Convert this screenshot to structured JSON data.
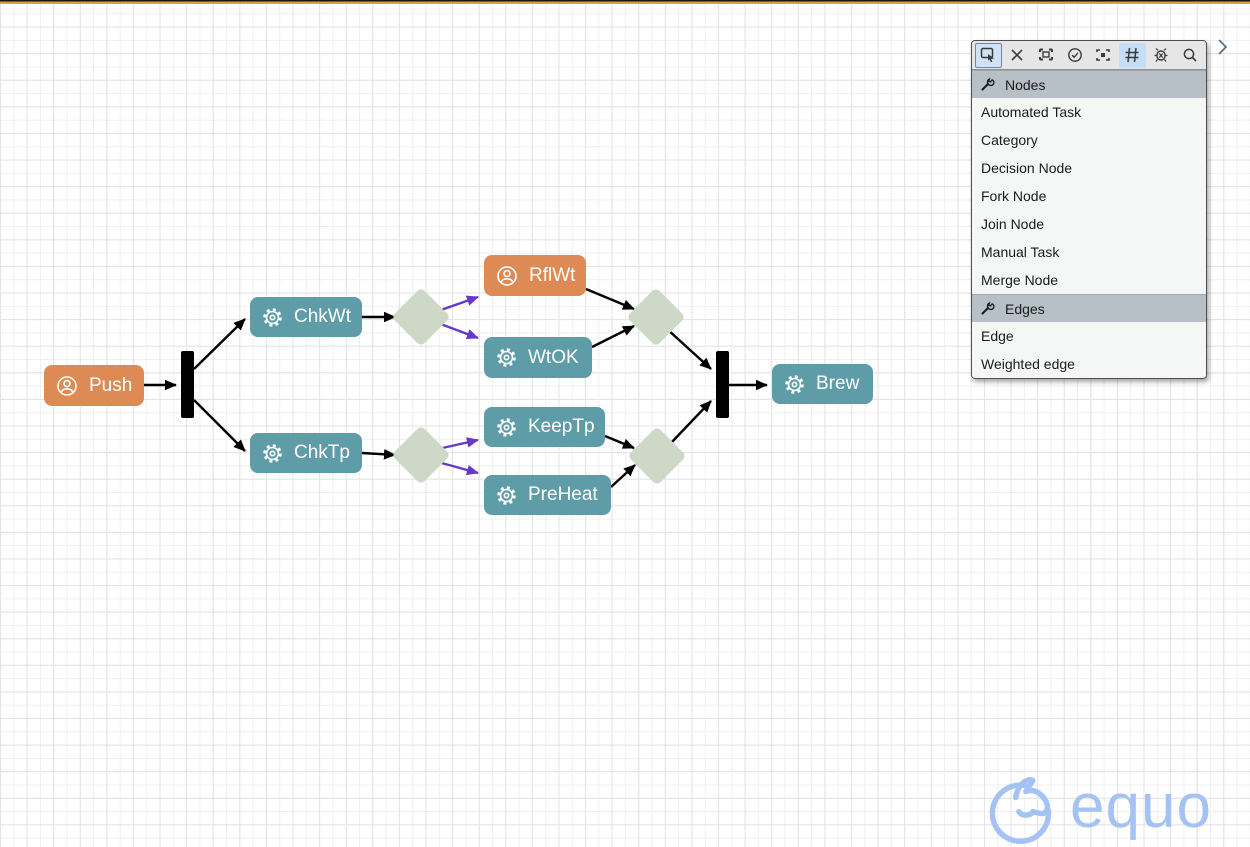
{
  "window": {
    "top_border_color": "#dda233"
  },
  "palette": {
    "toolbar": [
      {
        "name": "select-tool",
        "active": true
      },
      {
        "name": "delete-tool",
        "active": false
      },
      {
        "name": "marquee-tool",
        "active": false
      },
      {
        "name": "validate-tool",
        "active": false
      },
      {
        "name": "center-tool",
        "active": false
      },
      {
        "name": "grid-tool",
        "active": true
      },
      {
        "name": "debug-tool",
        "active": false
      },
      {
        "name": "search-tool",
        "active": false
      }
    ],
    "groups": [
      {
        "label": "Nodes",
        "items": [
          "Automated Task",
          "Category",
          "Decision Node",
          "Fork Node",
          "Join Node",
          "Manual Task",
          "Merge Node"
        ]
      },
      {
        "label": "Edges",
        "items": [
          "Edge",
          "Weighted edge"
        ]
      }
    ]
  },
  "diagram": {
    "nodes": [
      {
        "label": "Push",
        "type": "manual-task"
      },
      {
        "label": "ChkWt",
        "type": "automated-task"
      },
      {
        "label": "ChkTp",
        "type": "automated-task"
      },
      {
        "label": "RflWt",
        "type": "manual-task"
      },
      {
        "label": "WtOK",
        "type": "automated-task"
      },
      {
        "label": "KeepTp",
        "type": "automated-task"
      },
      {
        "label": "PreHeat",
        "type": "automated-task"
      },
      {
        "label": "Brew",
        "type": "automated-task"
      }
    ],
    "colors": {
      "manual_task": "#dd8a54",
      "automated_task": "#5e9ca7",
      "decision_merge": "#cdd9c6",
      "fork_join": "#000000",
      "edge": "#000000",
      "weighted_edge": "#6639c8"
    }
  },
  "logo": {
    "text": "equo"
  }
}
